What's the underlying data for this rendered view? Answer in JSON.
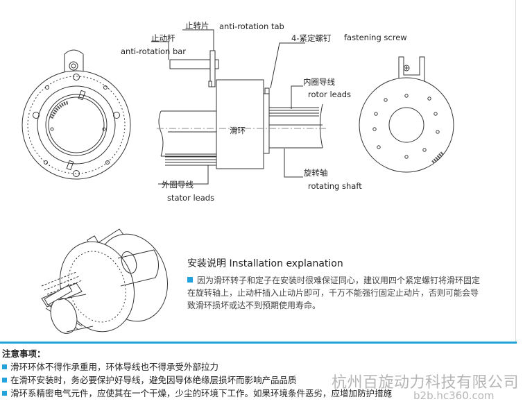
{
  "diagram": {
    "labels": {
      "anti_tab_cn": "止转片",
      "anti_tab_en": "anti-rotation tab",
      "anti_bar_cn": "止动杆",
      "anti_bar_en": "anti-rotation bar",
      "screw_cn": "4-紧定螺钉",
      "screw_en": "fastening screw",
      "rotor_cn": "内圈导线",
      "rotor_en": "rotor leads",
      "slipring_cn": "滑环",
      "shaft_cn": "旋转轴",
      "shaft_en": "rotating shaft",
      "stator_cn": "外圈导线",
      "stator_en": "stator leads"
    }
  },
  "installation": {
    "title": "安装说明 Installation explanation",
    "body": "因为滑环转子和定子在安装时很难保证同心，建议用四个紧定螺钉将滑环固定在旋转轴上，止动杆插入止动片即可，千万不能强行固定止动片，否则可能会导致滑环损坏或达不到预期使用寿命。"
  },
  "notes": {
    "title": "注意事项：",
    "items": [
      "滑环环体不得作承重用，环体导线也不得承受外部拉力",
      "在滑环安装时，务必要保护好导线，避免因导体绝缘层损坏而影响产品品质",
      "滑环系精密电气元件，应使其在一个干燥，少尘的环境下工作。如果环境条件恶劣，应增加防护措施"
    ]
  },
  "watermark": {
    "company": "杭州百旋动力科技有限公司",
    "url": "b2b.hc360.com"
  },
  "colors": {
    "accent": "#22a3db",
    "line": "#333333"
  }
}
